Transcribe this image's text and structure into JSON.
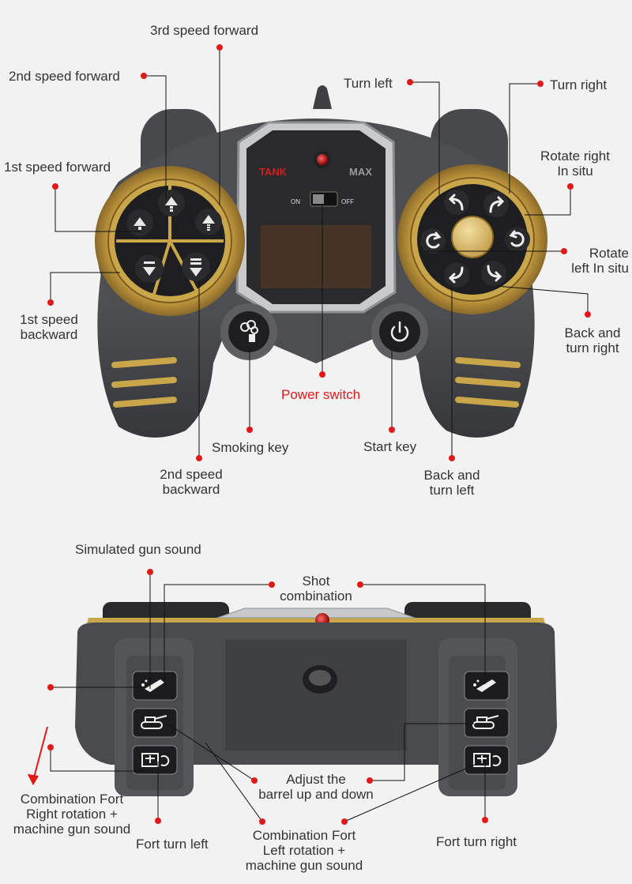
{
  "colors": {
    "background": "#f2f2f2",
    "body": "#4a4b4d",
    "gold": "#c9a64a",
    "button": "#1c1c1e",
    "callout": "#e01818"
  },
  "top_labels": {
    "speed3_fwd": "3rd speed forward",
    "speed2_fwd": "2nd speed forward",
    "speed1_fwd": "1st speed forward",
    "speed1_back_l1": "1st speed",
    "speed1_back_l2": "backward",
    "speed2_back_l1": "2nd speed",
    "speed2_back_l2": "backward",
    "turn_left": "Turn left",
    "turn_right": "Turn right",
    "rotate_right_l1": "Rotate right",
    "rotate_right_l2": "In situ",
    "rotate_left_l1": "Rotate",
    "rotate_left_l2": "left In situ",
    "back_turn_right_l1": "Back and",
    "back_turn_right_l2": "turn right",
    "back_turn_left_l1": "Back and",
    "back_turn_left_l2": "turn left",
    "power_switch": "Power switch",
    "smoking_key": "Smoking key",
    "start_key": "Start key"
  },
  "bottom_labels": {
    "gun_sound": "Simulated gun sound",
    "shot_combo_l1": "Shot",
    "shot_combo_l2": "combination",
    "combo_right_l1": "Combination Fort",
    "combo_right_l2": "Right rotation +",
    "combo_right_l3": "machine gun sound",
    "fort_turn_left": "Fort turn left",
    "adjust_barrel_l1": "Adjust the",
    "adjust_barrel_l2": "barrel up and down",
    "combo_left_l1": "Combination Fort",
    "combo_left_l2": "Left rotation +",
    "combo_left_l3": "machine gun sound",
    "fort_turn_right": "Fort turn right"
  },
  "faceplate": {
    "brand_left": "TANK",
    "brand_right": "MAX",
    "switch_on": "ON",
    "switch_off": "OFF"
  },
  "icons": {
    "left_pad": [
      "arrow-up-icon",
      "double-arrow-up-icon",
      "triple-arrow-up-icon",
      "arrow-down-icon",
      "double-arrow-down-icon"
    ],
    "right_pad": [
      "turn-left-icon",
      "turn-right-icon",
      "rotate-left-icon",
      "rotate-right-icon",
      "back-left-icon",
      "back-right-icon"
    ],
    "center": [
      "smoke-icon",
      "power-icon"
    ],
    "shoulder": [
      "gun-icon",
      "tank-icon",
      "turret-icon"
    ]
  }
}
